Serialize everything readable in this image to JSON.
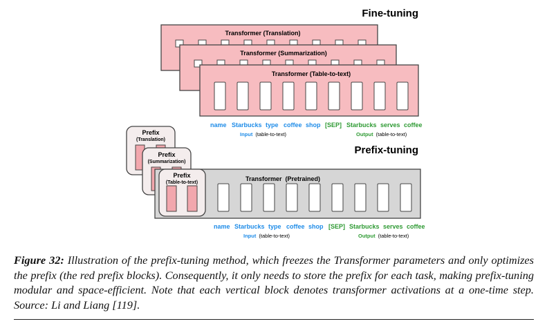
{
  "figure": {
    "finetuning_title": "Fine-tuning",
    "prefixtuning_title": "Prefix-tuning",
    "transformers": [
      "Transformer (Translation)",
      "Transformer (Summarization)",
      "Transformer (Table-to-text)"
    ],
    "pretrained_transformer": "Transformer  (Pretrained)",
    "prefix_label": "Prefix",
    "prefix_tasks": [
      "(Translation)",
      "(Summarization)",
      "(Table-to-text)"
    ],
    "input_tokens": [
      "name",
      "Starbucks",
      "type",
      "coffee",
      "shop"
    ],
    "output_tokens": [
      "[SEP]",
      "Starbucks",
      "serves",
      "coffee"
    ],
    "input_label": "Input",
    "input_task": "(table-to-text)",
    "output_label": "Output",
    "output_task": "(table-to-text)",
    "colors": {
      "pink_fill": "#f7bcc0",
      "pink_stroke": "#444444",
      "grey_fill": "#d6d6d6",
      "prefix_block": "#f2a7ad",
      "prefix_card": "#f4eded",
      "input_blue": "#1f8ce8",
      "output_green": "#2e9a33"
    }
  },
  "caption": {
    "label": "Figure 32:",
    "text": "Illustration of the prefix-tuning method, which freezes the Transformer parameters and only optimizes the prefix (the red prefix blocks). Consequently, it only needs to store the prefix for each task, making prefix-tuning modular and space-efficient. Note that each vertical block denotes transformer activations at a one-time step. Source: Li and Liang [119]."
  }
}
